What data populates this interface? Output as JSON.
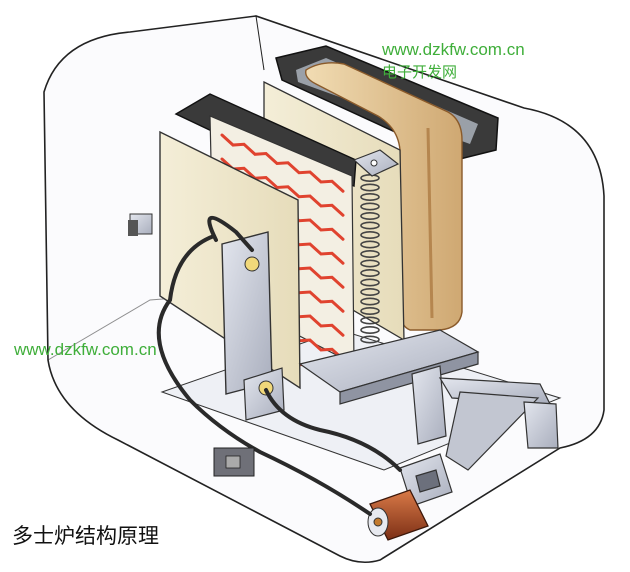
{
  "watermark": {
    "url_top": "www.dzkfw.com.cn",
    "site_name": "电子开发网",
    "url_left": "www.dzkfw.com.cn",
    "color": "#3fae3a"
  },
  "caption": "多士炉结构原理",
  "colors": {
    "outline": "#1a1a1a",
    "element_wire": "#e0432f",
    "metal": "#c9ccd6",
    "board": "#efe8cf",
    "bread": "#e3c79b",
    "copper_coil": "#b4522c"
  }
}
